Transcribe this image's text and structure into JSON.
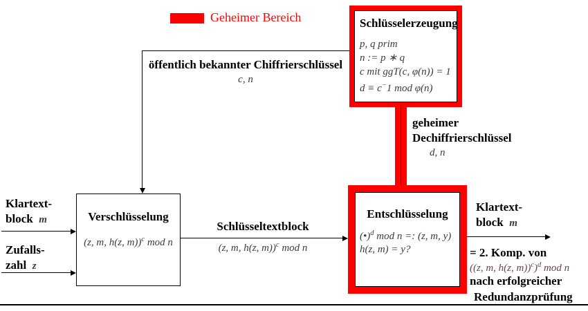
{
  "legend": {
    "swatch_color": "#ff0000",
    "label": "Geheimer Bereich"
  },
  "key_generation": {
    "title": "Schlüsselerzeugung",
    "lines": [
      "p, q prim",
      "n := p ∗ q",
      "c mit ggT(c, φ(n)) = 1",
      "d ≡ c^{−}1 mod φ(n)"
    ]
  },
  "public_key": {
    "label": "öffentlich bekannter Chiffrierschlüssel",
    "symbols": "c, n"
  },
  "private_key": {
    "label_line1": "geheimer",
    "label_line2": "Dechiffrierschlüssel",
    "symbols": "d, n"
  },
  "encryption": {
    "title": "Verschlüsselung",
    "formula": "(z, m, h(z, m))^{c} mod n"
  },
  "ciphertext": {
    "label": "Schlüsseltextblock",
    "formula": "(z, m, h(z, m))^{c} mod n"
  },
  "decryption": {
    "title": "Entschlüsselung",
    "lines": [
      "(•)^{d} mod n =: (z, m, y)",
      "h(z, m) = y?"
    ]
  },
  "inputs": {
    "plaintext": {
      "line1": "Klartext-",
      "line2": "block",
      "symbol": "m"
    },
    "random": {
      "line1": "Zufalls-",
      "line2": "zahl",
      "symbol": "z"
    }
  },
  "output": {
    "plaintext_line1": "Klartext-",
    "plaintext_line2": "block",
    "plaintext_symbol": "m",
    "note_line1": "= 2. Komp. von",
    "note_formula": "((z, m, h(z, m))^{c})^{d} mod n",
    "note_line2": "nach erfolgreicher",
    "note_line3": "Redundanzprüfung"
  },
  "colors": {
    "red": "#ff0000",
    "math_text": "#3c3c3c",
    "formula_maroon": "#6d4343"
  }
}
